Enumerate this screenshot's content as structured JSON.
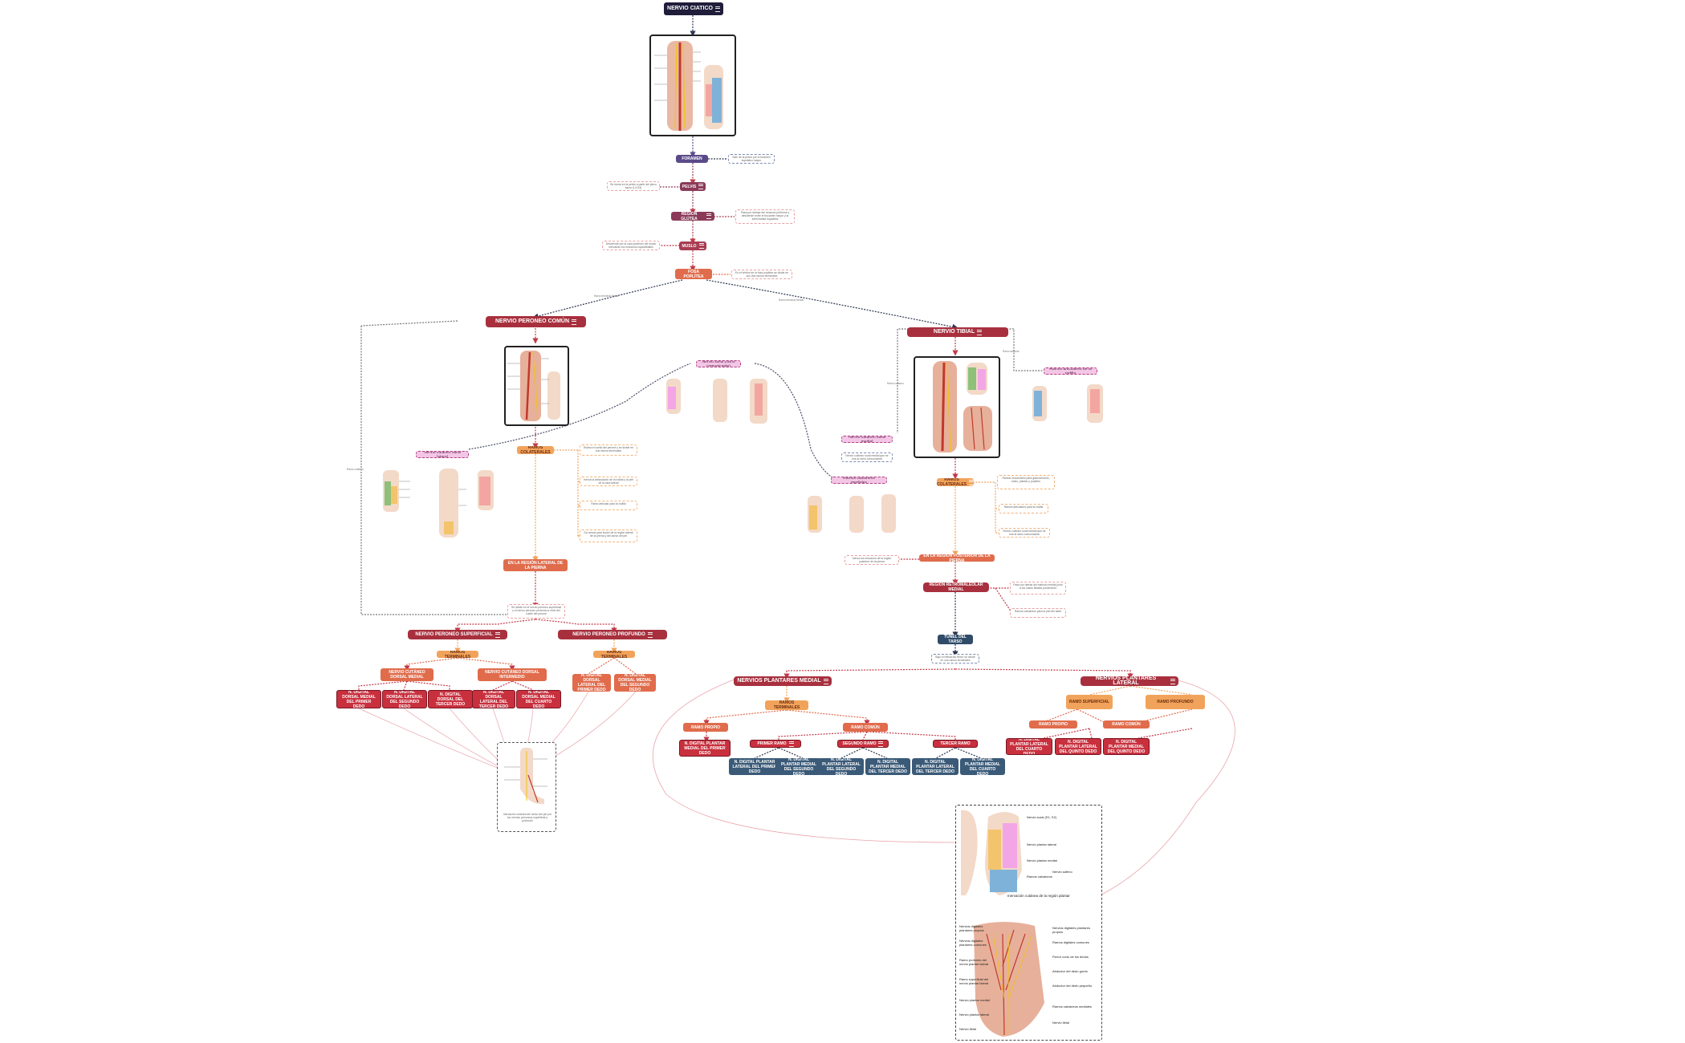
{
  "nodes": {
    "root": "NERVIO CIATICO",
    "foramen": "FORAMEN",
    "pelvis": "PELVIS",
    "gluteus": "REGIÓN GLÚTEA",
    "thigh": "MUSLO",
    "popliteal": "FOSA POPLÍTEA",
    "common_peroneal": "NERVIO PERONEO COMÚN",
    "tibial": "NERVIO TIBIAL",
    "cp_branches": "RAMOS COLATERALES",
    "tb_branches": "RAMOS COLATERALES",
    "cp_lateral_region": "EN LA REGIÓN LATERAL DE LA PIERNA",
    "tb_posterior_region": "EN LA REGIÓN POSTERIOR DE LA PIERNA",
    "retromaleolar": "REGIÓN RETROMALEOLAR MEDIAL",
    "tunnel": "TÚNEL DEL TARSO",
    "superficial": "NERVIO PERONEO SUPERFICIAL",
    "deep": "NERVIO PERONEO PROFUNDO",
    "sup_terminal": "RAMOS TERMINALES",
    "deep_terminal": "RAMOS TERMINALES",
    "medial_dorsal": "NERVIO CUTÁNEO DORSAL MEDIAL",
    "intermediate_dorsal": "NERVIO CUTÁNEO DORSAL INTERMEDIO",
    "plantar_medial": "NERVIOS PLANTARES MEDIAL",
    "plantar_lateral": "NERVIOS PLANTARES LATERAL",
    "pm_terminal": "RAMOS TERMINALES",
    "pm_proper": "RAMO PROPIO",
    "pm_common": "RAMO COMÚN",
    "first_common": "PRIMER RAMO",
    "second_common": "SEGUNDO RAMO",
    "third_common": "TERCER RAMO",
    "pl_superficial": "RAMO SUPERFICIAL",
    "pl_deep": "RAMO PROFUNDO",
    "pl_proper": "RAMO PROPIO",
    "pl_common": "RAMO COMÚN"
  },
  "digitals_dorsal": [
    "N. DIGITAL DORSAL MEDIAL DEL PRIMER DEDO",
    "N. DIGITAL DORSAL LATERAL DEL SEGUNDO DEDO",
    "N. DIGITAL DORSAL DEL TERCER DEDO",
    "N. DIGITAL DORSAL LATERAL DEL TERCER DEDO",
    "N. DIGITAL DORSAL MEDIAL DEL CUARTO DEDO"
  ],
  "digitals_deep": [
    "N. DIGITAL DORSAL LATERAL DEL PRIMER DEDO",
    "N. DIGITAL DORSAL MEDIAL DEL SEGUNDO DEDO"
  ],
  "digitals_plantar_medial": [
    "N. DIGITAL PLANTAR MEDIAL DEL PRIMER DEDO",
    "N. DIGITAL PLANTAR LATERAL DEL PRIMER DEDO",
    "N. DIGITAL PLANTAR MEDIAL DEL SEGUNDO DEDO",
    "N. DIGITAL PLANTAR LATERAL DEL SEGUNDO DEDO",
    "N. DIGITAL PLANTAR MEDIAL DEL TERCER DEDO",
    "N. DIGITAL PLANTAR LATERAL DEL TERCER DEDO",
    "N. DIGITAL PLANTAR MEDIAL DEL CUARTO DEDO"
  ],
  "digitals_plantar_lateral": [
    "N. DIGITAL PLANTAR LATERAL DEL CUARTO DEDO",
    "N. DIGITAL PLANTAR LATERAL DEL QUINTO DEDO",
    "N. DIGITAL PLANTAR MEDIAL DEL QUINTO DEDO"
  ],
  "pink_labels": {
    "cp_cutaneous": "Nervio cutáneo sural lateral",
    "sural": "Nervio sural (ramo comunicante)",
    "tb_sural": "Nervio cutáneo sural medial",
    "tb_calcaneal": "Ramos calcáneos mediales",
    "tb_right": "Ramos articulares de la rodilla"
  },
  "notes": {
    "foramen": "Sale de la pelvis por el foramen isquiático mayor",
    "pelvis": "Se forma en la pelvis a partir del plexo sacro (L4-S3)",
    "gluteus": "Pasa por debajo del músculo piriforme y desciende entre el trocánter mayor y la tuberosidad isquiática",
    "thigh": "Desciende por la cara posterior del muslo inervando los músculos isquiotibiales",
    "popliteal": "En el vértice de la fosa poplítea se divide en sus dos ramos terminales",
    "cp1": "Rodea el cuello del peroné y se divide en sus ramos terminales",
    "cp2": "Inerva la articulación de la rodilla y la piel de la cara lateral",
    "cp3": "Ramo articular para la rodilla",
    "cp4": "Da ramos para la piel de la región lateral de la pierna y del dorso del pie",
    "cp_bottom": "Se divide en el nervio peroneo superficial y el nervio peroneo profundo a nivel del cuello del peroné",
    "tb1": "Ramos musculares para gastrocnemio, sóleo, plantar y poplíteo",
    "tb2": "Ramos articulares para la rodilla",
    "tb3": "Nervio cutáneo sural medial que se une al ramo comunicante",
    "tb_left": "Inerva los músculos de la región posterior de la pierna",
    "tb_right1": "Pasa por detrás del maléolo medial junto a los vasos tibiales posteriores",
    "tb_right2": "Ramos calcáneos para la piel del talón",
    "tunnel": "Bajo el retináculo flexor se divide en sus ramos terminales",
    "fig_bottom": "Inervación cutánea del dorso del pie por los nervios peroneos superficial y profundo"
  },
  "edge_labels": {
    "left_split": "Ramo terminal lateral",
    "right_split": "Ramo terminal medial",
    "cp_side": "Ramo cutáneo",
    "tb_side": "Ramo cutáneo",
    "tb_right": "Ramo articular"
  },
  "figure_labels": {
    "plantar_caption": "Inervación cutánea de la región plantar",
    "labels_top": [
      "Nervio sural (S1, S2)",
      "Nervio plantar lateral",
      "Nervio plantar medial",
      "Ramos calcáneos",
      "Nervio safeno"
    ],
    "labels_bottom_left": [
      "Nervios digitales plantares propios",
      "Nervios digitales plantares comunes",
      "Ramo profundo del nervio plantar lateral",
      "Ramo superficial del nervio plantar lateral",
      "Nervio plantar medial",
      "Nervio plantar lateral",
      "Nervio tibial"
    ],
    "labels_bottom_right": [
      "Nervios digitales plantares propios",
      "Ramos digitales comunes",
      "Flexor corto de los dedos",
      "Abductor del dedo gordo",
      "Abductor del dedo pequeño",
      "Ramos calcáneos mediales",
      "Nervio tibial"
    ]
  },
  "colors": {
    "root": "#1f1d3a",
    "crimson": "#a8303e",
    "red": "#c9303e",
    "orange": "#e06c4c",
    "peach": "#f2a35b",
    "navy": "#2f4b68",
    "pink": "#f3c6e6",
    "edge_red": "#c23a4a",
    "edge_dark": "#2d3750",
    "edge_orange": "#f2a35b"
  }
}
